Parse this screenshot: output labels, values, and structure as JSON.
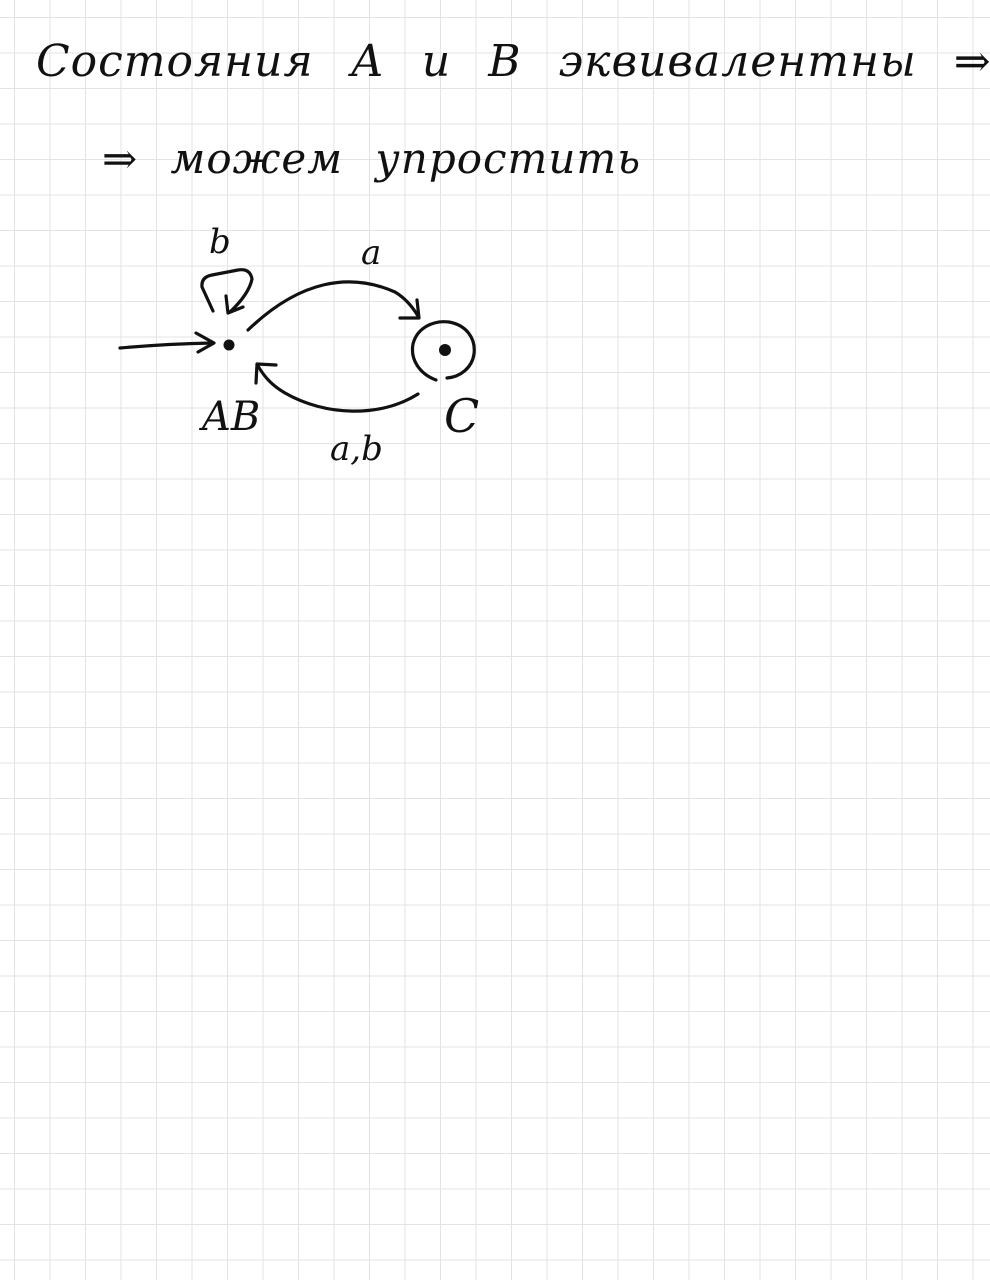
{
  "note": {
    "line1": "Состояния А и В эквивалентны ⇒",
    "line2": "⇒ можем упростить"
  },
  "diagram": {
    "states": [
      {
        "id": "AB",
        "label": "AB",
        "initial": true,
        "accepting": false
      },
      {
        "id": "C",
        "label": "C",
        "initial": false,
        "accepting": true
      }
    ],
    "transitions": [
      {
        "from": "AB",
        "to": "AB",
        "label": "b"
      },
      {
        "from": "AB",
        "to": "C",
        "label": "a"
      },
      {
        "from": "C",
        "to": "AB",
        "label": "a,b"
      }
    ]
  },
  "colors": {
    "ink": "#111111",
    "grid": "#e3e3e3",
    "paper": "#ffffff"
  }
}
